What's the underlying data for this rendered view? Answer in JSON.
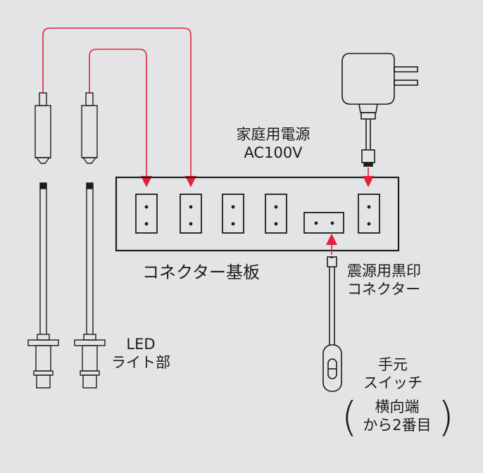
{
  "labels": {
    "power_source_line1": "家庭用電源",
    "power_source_line2": "AC100V",
    "connector_board": "コネクター基板",
    "quake_connector_line1": "震源用黒印",
    "quake_connector_line2": "コネクター",
    "led_line1": "LED",
    "led_line2": "ライト部",
    "switch_line1": "手元",
    "switch_line2": "スイッチ",
    "note_line1": "横向端",
    "note_line2": "から2番目",
    "note_open_paren": "(",
    "note_close_paren": ")"
  },
  "colors": {
    "background": "#e3e4e6",
    "line": "#1c1c1c",
    "wire_red": "#e0223a"
  }
}
